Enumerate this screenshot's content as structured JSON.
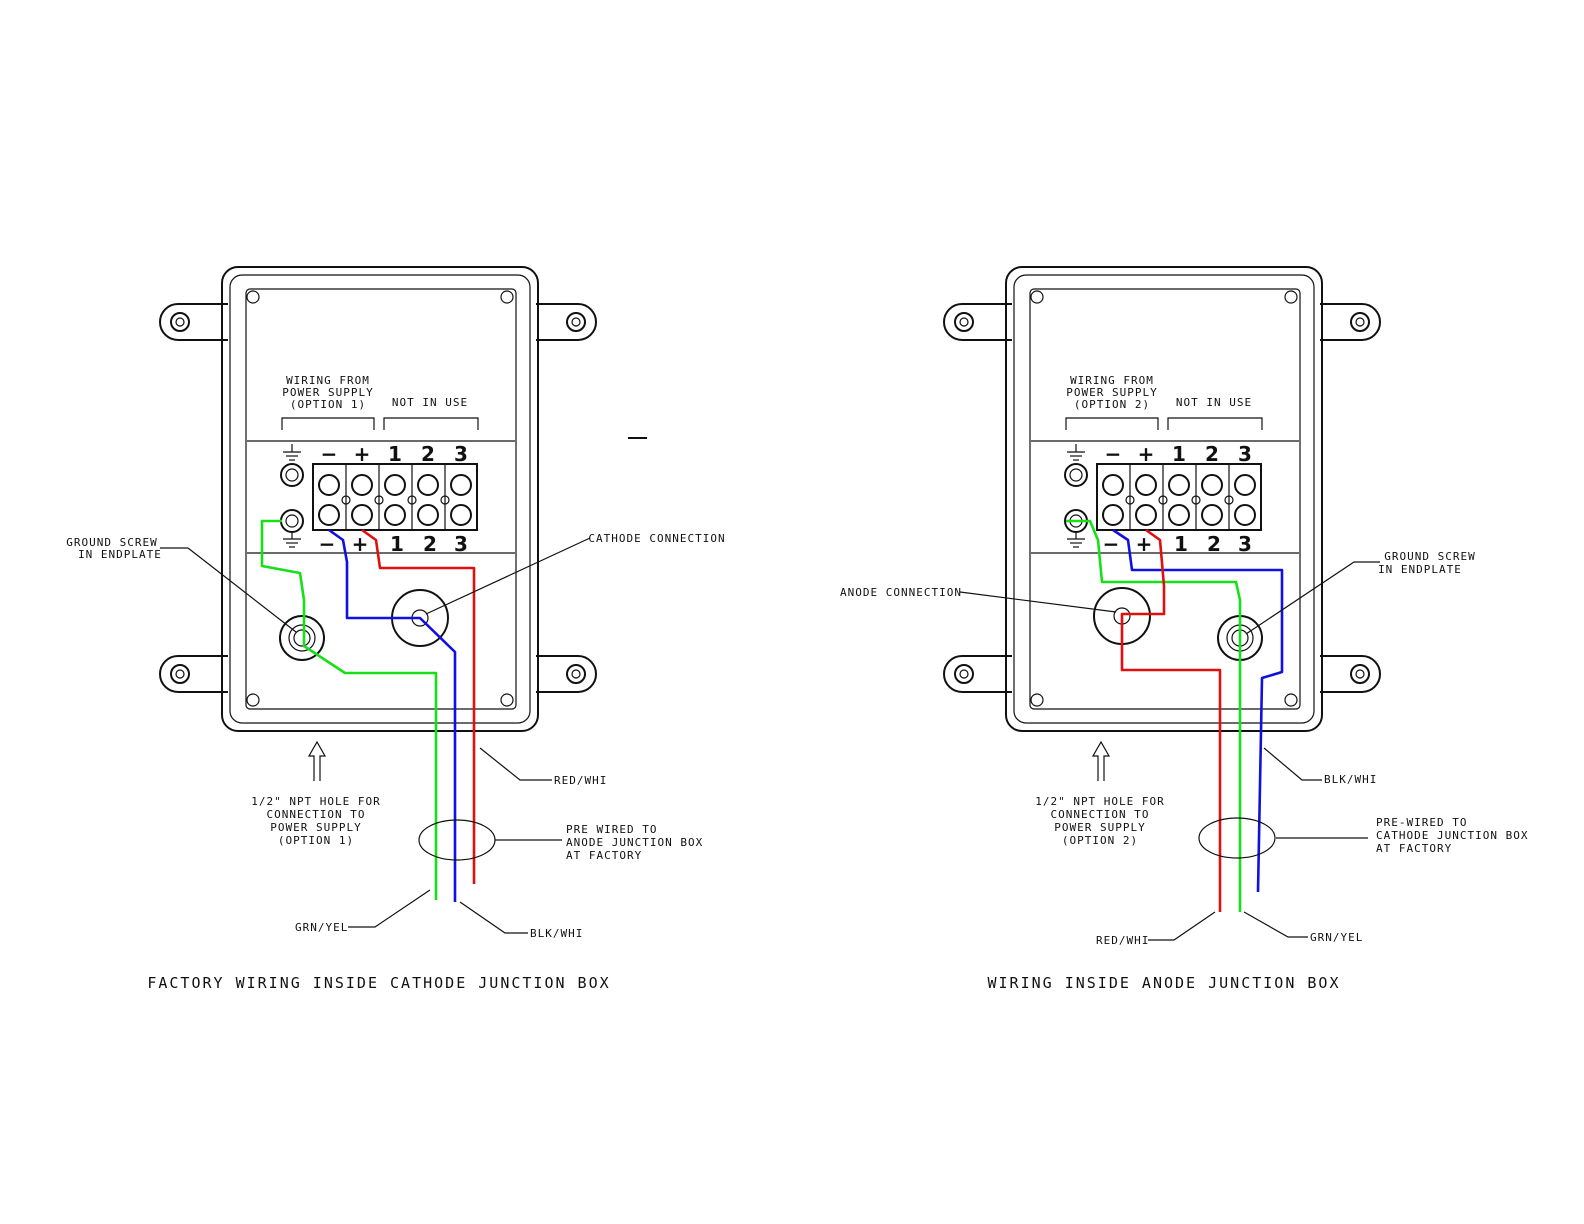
{
  "colors": {
    "green": "#18e018",
    "blue": "#1010e0",
    "red": "#e01010",
    "line": "#111111"
  },
  "left_box": {
    "header": [
      "WIRING FROM",
      "POWER SUPPLY",
      "(OPTION 1)"
    ],
    "not_in_use": "NOT IN USE",
    "terminals_top": [
      "−",
      "+",
      "1",
      "2",
      "3"
    ],
    "terminals_bottom": [
      "−",
      "+",
      "1",
      "2",
      "3"
    ],
    "callouts": {
      "ground_screw": [
        "GROUND SCREW",
        "IN ENDPLATE"
      ],
      "connection": "CATHODE CONNECTION",
      "npt_hole": [
        "1/2\" NPT HOLE FOR",
        "CONNECTION TO",
        "POWER SUPPLY",
        "(OPTION 1)"
      ],
      "prewired": [
        "PRE WIRED TO",
        "ANODE JUNCTION BOX",
        "AT FACTORY"
      ],
      "wire_a": "RED/WHI",
      "wire_b": "GRN/YEL",
      "wire_c": "BLK/WHI"
    },
    "caption": "FACTORY WIRING INSIDE CATHODE JUNCTION BOX"
  },
  "right_box": {
    "header": [
      "WIRING FROM",
      "POWER SUPPLY",
      "(OPTION 2)"
    ],
    "not_in_use": "NOT IN USE",
    "terminals_top": [
      "−",
      "+",
      "1",
      "2",
      "3"
    ],
    "terminals_bottom": [
      "−",
      "+",
      "1",
      "2",
      "3"
    ],
    "callouts": {
      "ground_screw": [
        "GROUND SCREW",
        "IN ENDPLATE"
      ],
      "connection": "ANODE CONNECTION",
      "npt_hole": [
        "1/2\" NPT HOLE FOR",
        "CONNECTION TO",
        "POWER SUPPLY",
        "(OPTION 2)"
      ],
      "prewired": [
        "PRE-WIRED TO",
        "CATHODE JUNCTION BOX",
        "AT FACTORY"
      ],
      "wire_a": "BLK/WHI",
      "wire_b": "RED/WHI",
      "wire_c": "GRN/YEL"
    },
    "caption": "WIRING INSIDE ANODE JUNCTION BOX"
  }
}
